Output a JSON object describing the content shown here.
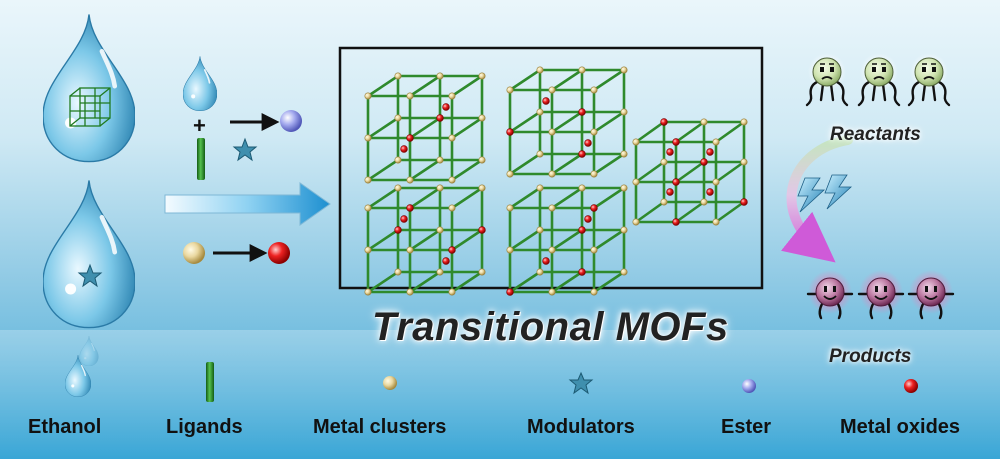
{
  "title": "Transitional MOFs",
  "labels": {
    "reactants": "Reactants",
    "products": "Products"
  },
  "legend": [
    {
      "label": "Ethanol",
      "icon": "droplet-icon"
    },
    {
      "label": "Ligands",
      "icon": "green-rod-icon"
    },
    {
      "label": "Metal clusters",
      "icon": "gold-sphere-icon"
    },
    {
      "label": "Modulators",
      "icon": "star-icon"
    },
    {
      "label": "Ester",
      "icon": "blue-sphere-icon"
    },
    {
      "label": "Metal oxides",
      "icon": "red-sphere-icon"
    }
  ],
  "colors": {
    "ligand": "#2f8a2c",
    "metal_cluster": "#e9d79a",
    "metal_oxide": "#e21b1b",
    "ester": "#8f97e6",
    "star": "#3f8fae",
    "arrow": "#3aa7dc",
    "reactant_face": "#d4e7b5",
    "product_face": "#9c4e7e"
  }
}
